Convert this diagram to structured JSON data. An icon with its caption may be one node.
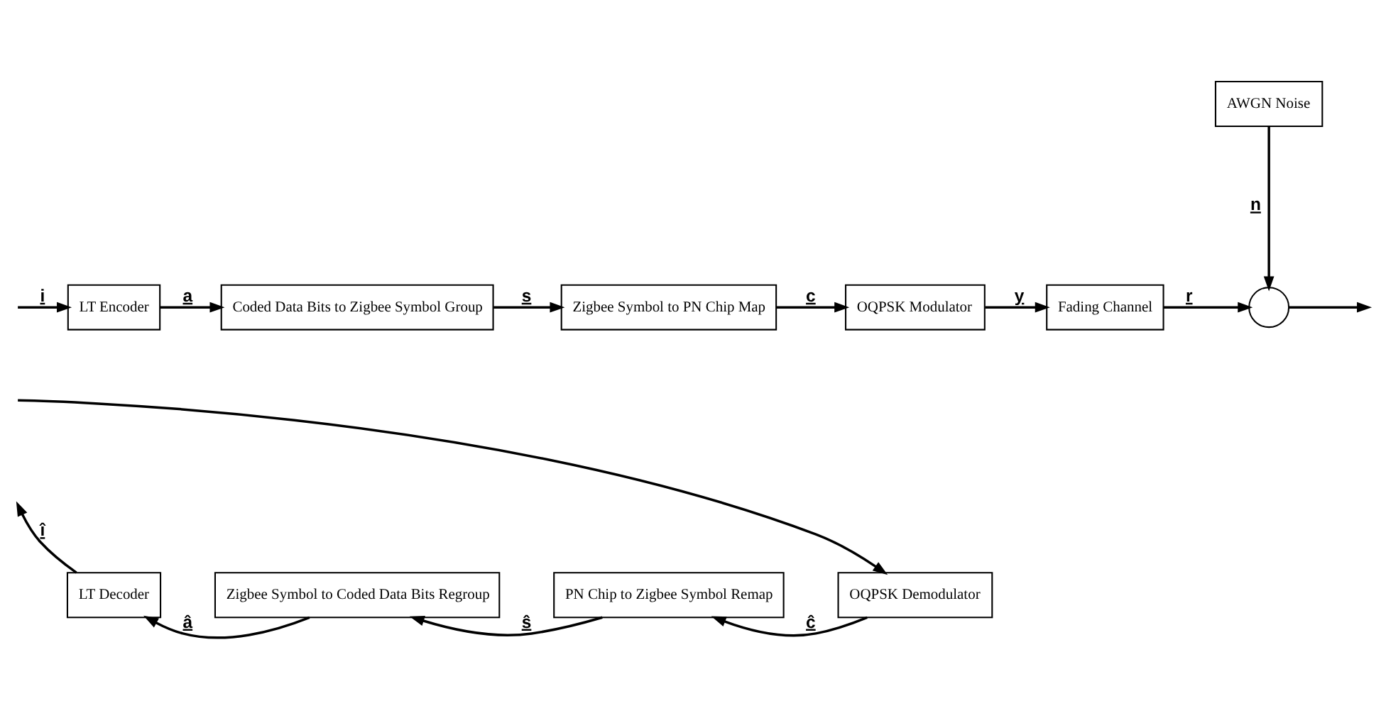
{
  "diagram": {
    "nodes": [
      {
        "text": [
          "LT Encoder"
        ]
      },
      {
        "text": [
          "Coded Data Bits to Zigbee Symbol Group"
        ]
      },
      {
        "text": [
          "Zigbee Symbol to PN Chip Map"
        ]
      },
      {
        "text": [
          "OQPSK Modulator"
        ]
      },
      {
        "text": [
          "Fading Channel"
        ]
      },
      {
        "text": [],
        "shape": "circle"
      },
      {
        "text": [
          "AWGN Noise"
        ]
      },
      {
        "text": [
          "OQPSK Demodulator"
        ]
      },
      {
        "text": [
          "PN Chip to Zigbee Symbol Remap"
        ]
      },
      {
        "text": [
          "Zigbee Symbol to Coded Data Bits Regroup"
        ]
      },
      {
        "text": [
          "LT Decoder"
        ]
      }
    ],
    "edges": [
      {
        "from": null,
        "to": 0,
        "arrow": "to",
        "label": "i"
      },
      {
        "from": 0,
        "to": 1,
        "arrow": "to",
        "label": "a"
      },
      {
        "from": 1,
        "to": 2,
        "arrow": "to",
        "label": "s"
      },
      {
        "from": 2,
        "to": 3,
        "arrow": "to",
        "label": "c"
      },
      {
        "from": 3,
        "to": 4,
        "arrow": "to",
        "label": "y"
      },
      {
        "from": 4,
        "to": 5,
        "arrow": "to",
        "label": "r"
      },
      {
        "from": 6,
        "to": 5,
        "arrow": "to",
        "label": "n"
      },
      {
        "from": 5,
        "to": null,
        "arrow": "to"
      },
      {
        "from": null,
        "to": 7,
        "arrow": "to"
      },
      {
        "from": 7,
        "to": 8,
        "arrow": "to",
        "label": "ĉ"
      },
      {
        "from": 8,
        "to": 9,
        "arrow": "to",
        "label": "ŝ"
      },
      {
        "from": 9,
        "to": 10,
        "arrow": "to",
        "label": "â"
      },
      {
        "from": 10,
        "to": null,
        "arrow": "to",
        "label": "î"
      }
    ]
  }
}
